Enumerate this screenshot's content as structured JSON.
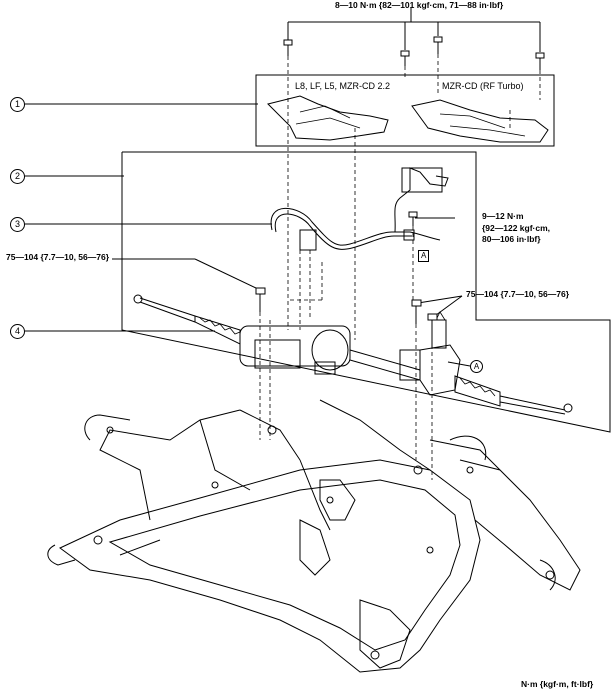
{
  "torque_top": "8—10 N·m {82—101 kgf·cm, 71—88 in·lbf}",
  "torque_bracket": [
    "9—12 N·m",
    "{92—122 kgf·cm,",
    "80—106 in·lbf}"
  ],
  "torque_left_bolt": "75—104 {7.7—10, 56—76}",
  "torque_right_bolt": "75—104 {7.7—10, 56—76}",
  "engine_label_1": "L8, LF, L5, MZR-CD 2.2",
  "engine_label_2": "MZR-CD (RF Turbo)",
  "callouts": [
    "1",
    "2",
    "3",
    "4"
  ],
  "ref_A": "A",
  "units_note": "N·m {kgf·m, ft·lbf}"
}
